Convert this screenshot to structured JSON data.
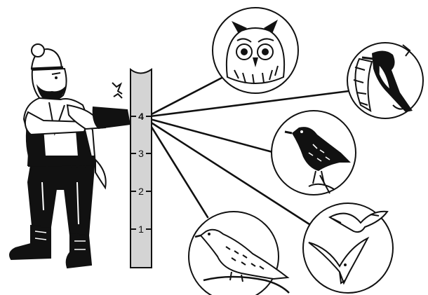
{
  "trunk": {
    "levels": [
      "4",
      "3",
      "2",
      "1"
    ]
  },
  "figure": {
    "icon": "lumberjack-with-chainsaw-icon"
  },
  "birds": [
    {
      "icon": "owl-icon",
      "level": "4"
    },
    {
      "icon": "woodpecker-icon",
      "level": "4"
    },
    {
      "icon": "starling-icon",
      "level": "4"
    },
    {
      "icon": "gull-icon",
      "level": "4"
    },
    {
      "icon": "dove-icon",
      "level": "4"
    }
  ],
  "colors": {
    "trunk": "#d4d4d4",
    "ink": "#111111",
    "background": "#ffffff"
  }
}
